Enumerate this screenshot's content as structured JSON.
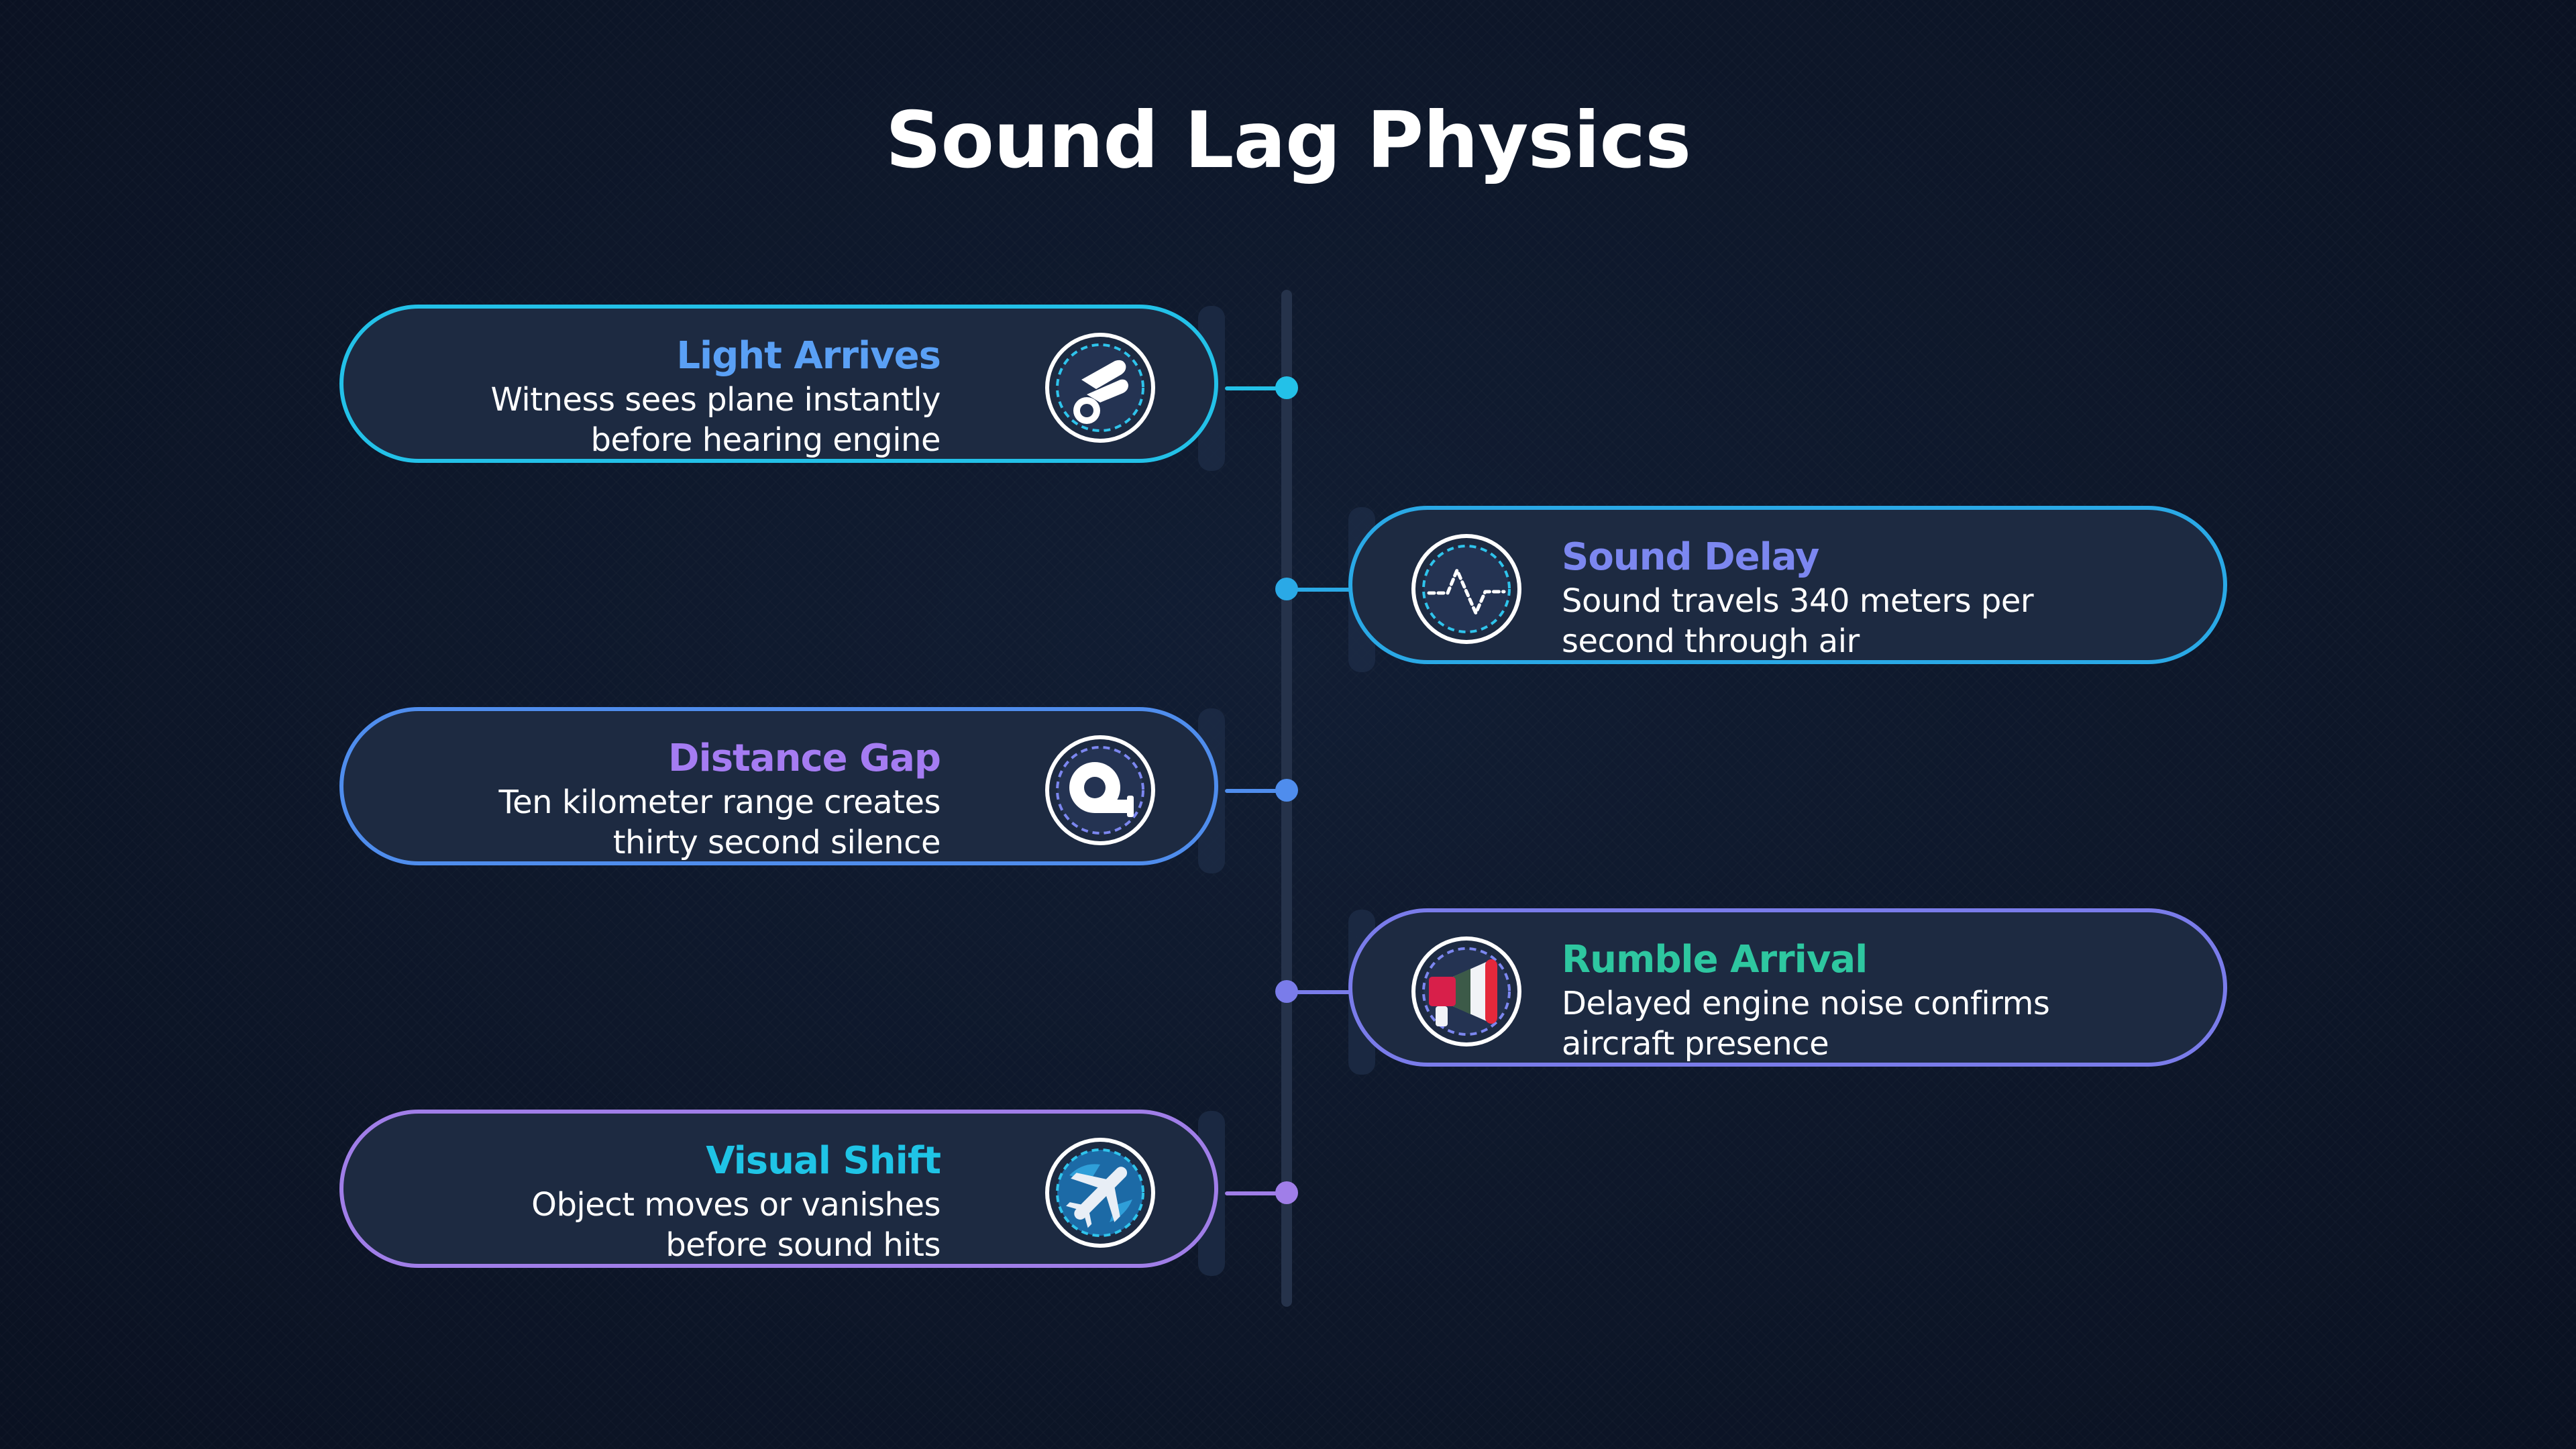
{
  "title": "Sound Lag Physics",
  "steps": [
    {
      "title": "Light Arrives",
      "desc_line1": "Witness sees plane instantly",
      "desc_line2": "before hearing engine",
      "icon": "meteor-icon",
      "title_color": "#5aa0f5",
      "accent": "#23c1e8"
    },
    {
      "title": "Sound Delay",
      "desc_line1": "Sound travels 340 meters per",
      "desc_line2": "second through air",
      "icon": "waveform-icon",
      "title_color": "#7c87f0",
      "accent": "#2aa9e6"
    },
    {
      "title": "Distance Gap",
      "desc_line1": "Ten kilometer range creates",
      "desc_line2": "thirty second silence",
      "icon": "tape-measure-icon",
      "title_color": "#a57cf2",
      "accent": "#4f8ded"
    },
    {
      "title": "Rumble Arrival",
      "desc_line1": "Delayed engine noise confirms",
      "desc_line2": "aircraft presence",
      "icon": "megaphone-icon",
      "title_color": "#2ec7a0",
      "accent": "#7a7cea"
    },
    {
      "title": "Visual Shift",
      "desc_line1": "Object moves or vanishes",
      "desc_line2": "before sound hits",
      "icon": "airplane-icon",
      "title_color": "#1fc4e6",
      "accent": "#a07ee8"
    }
  ]
}
